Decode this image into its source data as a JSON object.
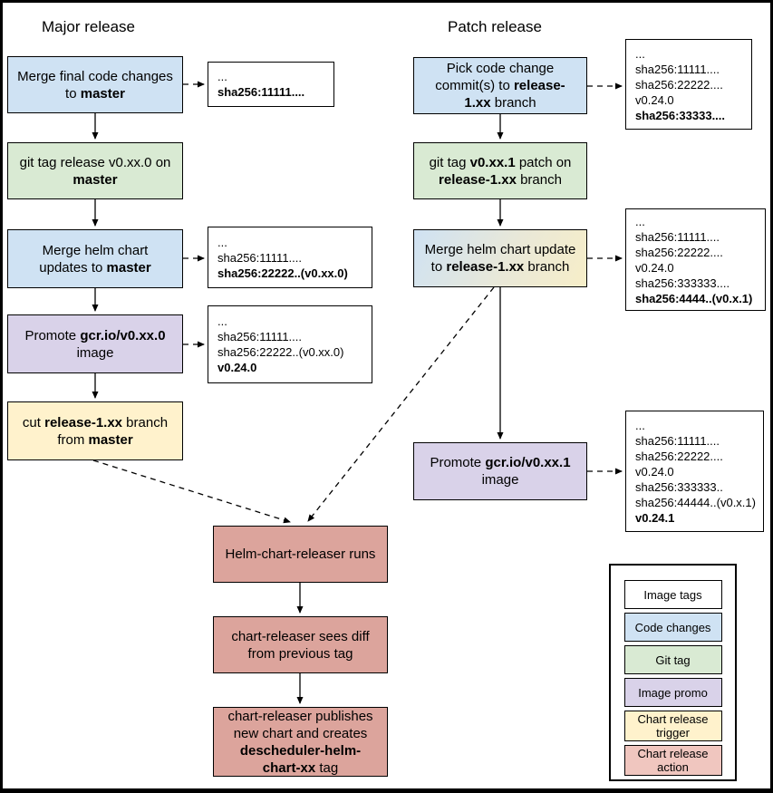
{
  "titles": {
    "major": "Major release",
    "patch": "Patch release"
  },
  "colors": {
    "code": "#cfe2f3",
    "git_tag": "#d9ead3",
    "image_promo": "#d9d2e9",
    "chart_trigger": "#fff2cc",
    "chart_action": "#dca49c",
    "chart_action_legend": "#f0c6bf",
    "merge_gradient_end": "#f7eec8",
    "tag_box": "#ffffff",
    "border": "#000000"
  },
  "nodes": {
    "major_merge_code": {
      "segments": [
        {
          "t": "Merge final code changes to "
        },
        {
          "t": "master",
          "b": true
        }
      ]
    },
    "major_git_tag": {
      "segments": [
        {
          "t": "git tag release v0.xx.0 on "
        },
        {
          "t": "master",
          "b": true
        }
      ]
    },
    "major_merge_helm": {
      "segments": [
        {
          "t": "Merge helm chart updates to "
        },
        {
          "t": "master",
          "b": true
        }
      ]
    },
    "major_promote": {
      "segments": [
        {
          "t": "Promote "
        },
        {
          "t": "gcr.io/v0.xx.0",
          "b": true
        },
        {
          "t": " image"
        }
      ]
    },
    "major_cut_branch": {
      "segments": [
        {
          "t": "cut "
        },
        {
          "t": "release-1.xx",
          "b": true
        },
        {
          "t": " branch from "
        },
        {
          "t": "master",
          "b": true
        }
      ]
    },
    "patch_pick_commits": {
      "segments": [
        {
          "t": "Pick code change commit(s) to "
        },
        {
          "t": "release-1.xx",
          "b": true
        },
        {
          "t": " branch"
        }
      ]
    },
    "patch_git_tag": {
      "segments": [
        {
          "t": "git tag "
        },
        {
          "t": "v0.xx.1",
          "b": true
        },
        {
          "t": " patch on "
        },
        {
          "t": "release-1.xx",
          "b": true
        },
        {
          "t": " branch"
        }
      ]
    },
    "patch_merge_helm": {
      "segments": [
        {
          "t": "Merge helm chart update to "
        },
        {
          "t": "release-1.xx",
          "b": true
        },
        {
          "t": " branch"
        }
      ]
    },
    "patch_promote": {
      "segments": [
        {
          "t": "Promote "
        },
        {
          "t": "gcr.io/v0.xx.1",
          "b": true
        },
        {
          "t": " image"
        }
      ]
    },
    "releaser_runs": {
      "segments": [
        {
          "t": "Helm-chart-releaser runs"
        }
      ]
    },
    "releaser_diff": {
      "segments": [
        {
          "t": "chart-releaser sees diff from previous tag"
        }
      ]
    },
    "releaser_publish": {
      "segments": [
        {
          "t": "chart-releaser publishes new chart and creates "
        },
        {
          "t": "descheduler-helm-chart-xx",
          "b": true
        },
        {
          "t": " tag"
        }
      ]
    }
  },
  "tag_boxes": {
    "major_1": {
      "lines": [
        {
          "t": "..."
        },
        {
          "t": "sha256:11111....",
          "b": true
        }
      ]
    },
    "major_2": {
      "lines": [
        {
          "t": "..."
        },
        {
          "t": "sha256:11111...."
        },
        {
          "t": "sha256:22222..(v0.xx.0)",
          "b": true
        }
      ]
    },
    "major_3": {
      "lines": [
        {
          "t": "..."
        },
        {
          "t": "sha256:11111...."
        },
        {
          "t": "sha256:22222..(v0.xx.0)"
        },
        {
          "t": "v0.24.0",
          "b": true
        }
      ]
    },
    "patch_1": {
      "lines": [
        {
          "t": "..."
        },
        {
          "t": "sha256:11111...."
        },
        {
          "t": "sha256:22222...."
        },
        {
          "t": "v0.24.0"
        },
        {
          "t": "sha256:33333....",
          "b": true
        }
      ]
    },
    "patch_2": {
      "lines": [
        {
          "t": "..."
        },
        {
          "t": "sha256:11111...."
        },
        {
          "t": "sha256:22222...."
        },
        {
          "t": "v0.24.0"
        },
        {
          "t": "sha256:333333...."
        },
        {
          "t": "sha256:4444..(v0.x.1)",
          "b": true
        }
      ]
    },
    "patch_3": {
      "lines": [
        {
          "t": "..."
        },
        {
          "t": "sha256:11111...."
        },
        {
          "t": "sha256:22222...."
        },
        {
          "t": "v0.24.0"
        },
        {
          "t": "sha256:333333.."
        },
        {
          "t": "sha256:44444..(v0.x.1)"
        },
        {
          "t": "v0.24.1",
          "b": true
        }
      ]
    }
  },
  "legend": {
    "items": [
      {
        "label": "Image tags"
      },
      {
        "label": "Code changes"
      },
      {
        "label": "Git tag"
      },
      {
        "label": "Image promo"
      },
      {
        "label": "Chart release trigger"
      },
      {
        "label": "Chart release action"
      }
    ]
  }
}
